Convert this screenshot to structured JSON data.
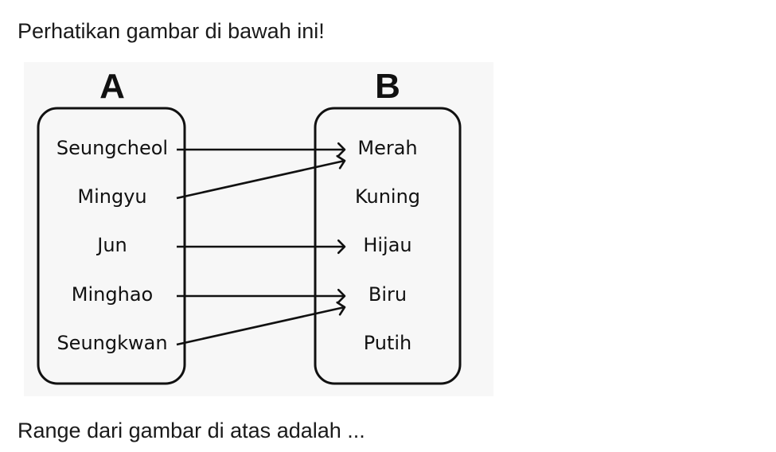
{
  "question_text": "Perhatikan gambar di bawah ini!",
  "footer_text": "Range dari gambar di atas adalah ...",
  "diagram": {
    "set_a": {
      "label": "A",
      "items": [
        "Seungcheol",
        "Mingyu",
        "Jun",
        "Minghao",
        "Seungkwan"
      ]
    },
    "set_b": {
      "label": "B",
      "items": [
        "Merah",
        "Kuning",
        "Hijau",
        "Biru",
        "Putih"
      ]
    },
    "mappings": [
      {
        "from": "Seungcheol",
        "to": "Merah"
      },
      {
        "from": "Mingyu",
        "to": "Merah"
      },
      {
        "from": "Jun",
        "to": "Hijau"
      },
      {
        "from": "Minghao",
        "to": "Biru"
      },
      {
        "from": "Seungkwan",
        "to": "Biru"
      }
    ]
  }
}
